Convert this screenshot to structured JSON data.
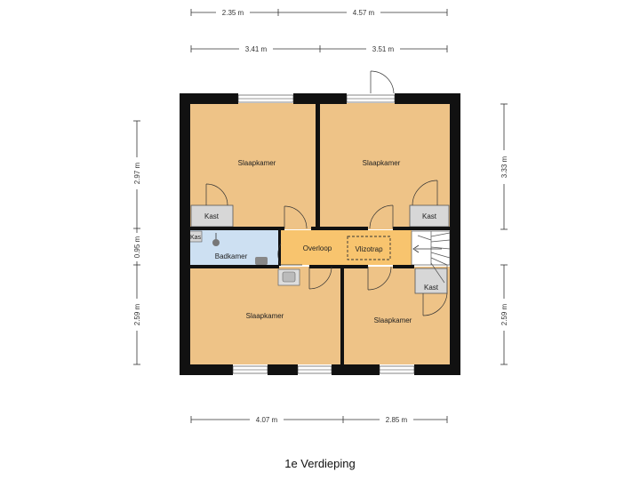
{
  "title": "1e Verdieping",
  "colors": {
    "room": "#eec387",
    "bath": "#cde0f2",
    "hall": "#f8c46e",
    "closet": "#d7d7d7",
    "wall": "#111111"
  },
  "dimensions": {
    "top_row1": [
      "2.35 m",
      "4.57 m"
    ],
    "top_row2": [
      "3.41 m",
      "3.51 m"
    ],
    "bottom": [
      "4.07 m",
      "2.85 m"
    ],
    "left": [
      "2.97 m",
      "0.95 m",
      "2.59 m"
    ],
    "right": [
      "3.33 m",
      "2.59 m"
    ]
  },
  "rooms": {
    "slaapkamer_tl": "Slaapkamer",
    "slaapkamer_tr": "Slaapkamer",
    "slaapkamer_bl": "Slaapkamer",
    "slaapkamer_br": "Slaapkamer",
    "badkamer": "Badkamer",
    "overloop": "Overloop",
    "vlizotrap": "Vlizotrap",
    "kast_left": "Kast",
    "kast_right": "Kast",
    "kast_stair": "Kast",
    "kast_small": "Kas"
  }
}
